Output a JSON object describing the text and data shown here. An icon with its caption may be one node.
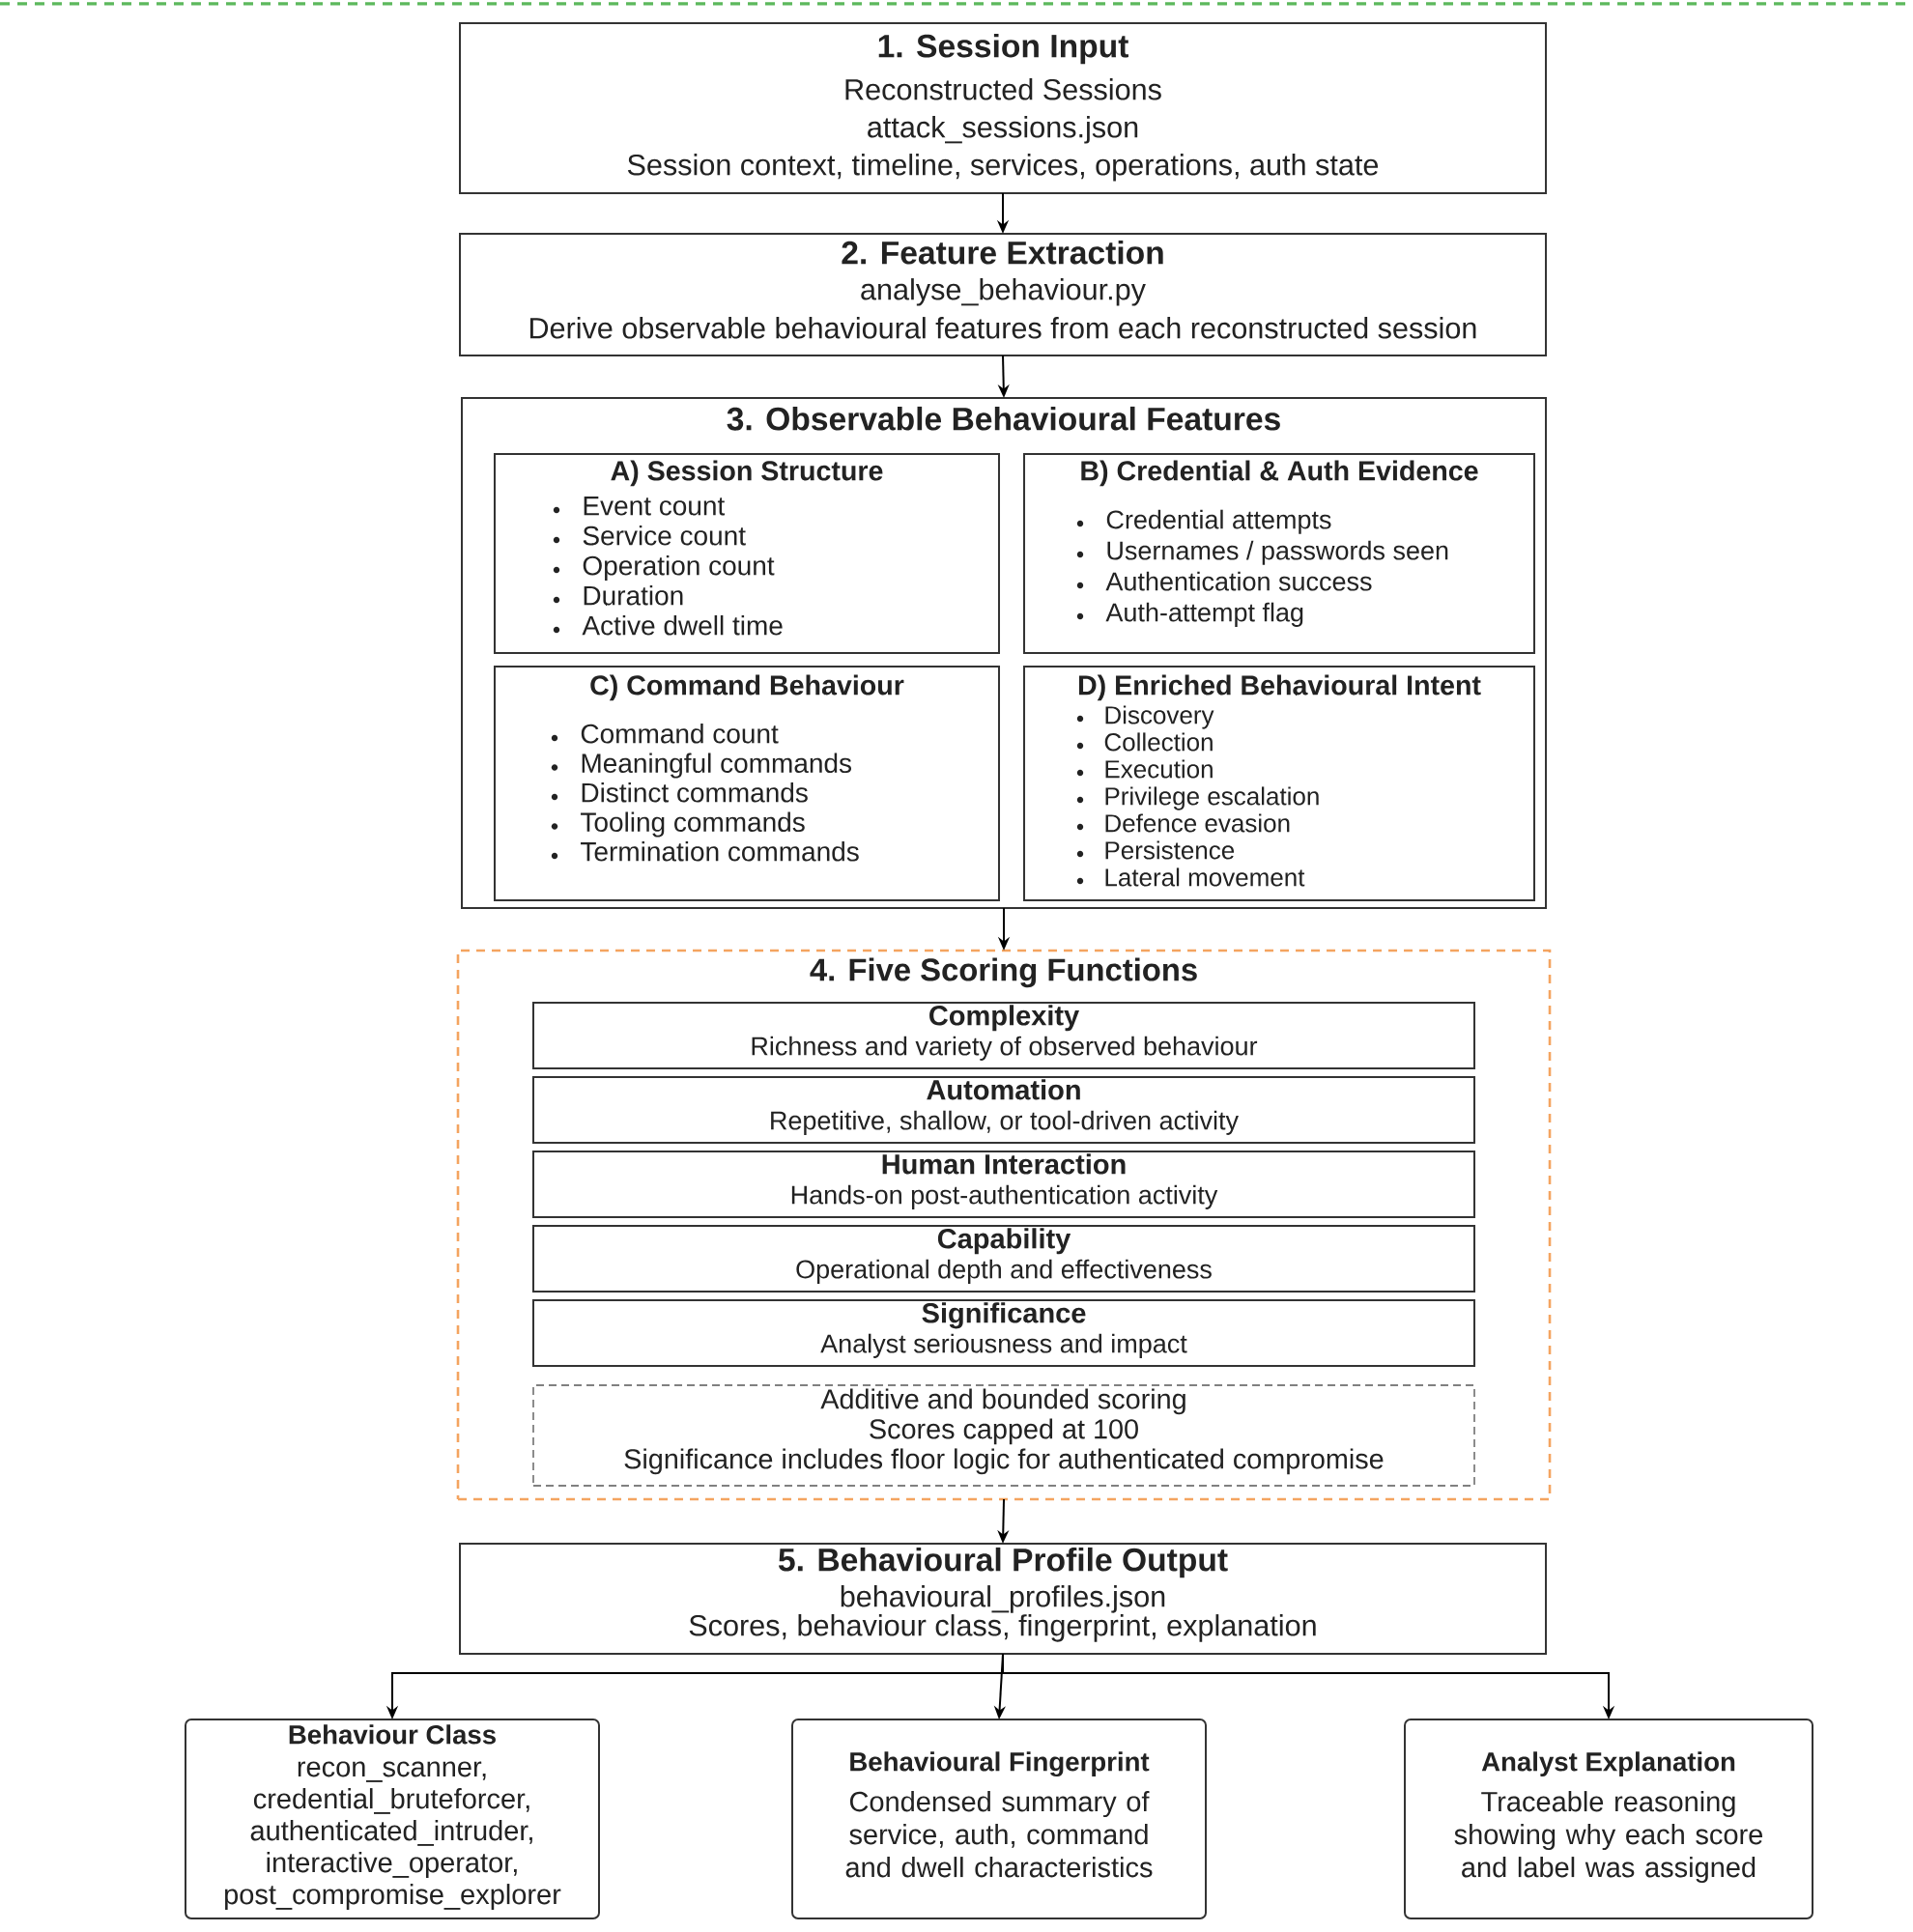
{
  "diagram": {
    "nodes": [
      {
        "text": [
          "1. Session Input",
          "Reconstructed Sessions",
          "attack_sessions.json",
          "Session context, timeline, services, operations, auth state"
        ]
      },
      {
        "text": [
          "2. Feature Extraction",
          "analyse_behaviour.py",
          "Derive observable behavioural features from each reconstructed session"
        ]
      },
      {
        "text": [
          "3. Observable Behavioural Features"
        ]
      },
      {
        "text": [
          "A) Session Structure",
          "Event count",
          "Service count",
          "Operation count",
          "Duration",
          "Active dwell time"
        ],
        "in": 2
      },
      {
        "text": [
          "B) Credential & Auth Evidence",
          "Credential attempts",
          "Usernames / passwords seen",
          "Authentication success",
          "Auth-attempt flag"
        ],
        "in": 2
      },
      {
        "text": [
          "C) Command Behaviour",
          "Command count",
          "Meaningful commands",
          "Distinct commands",
          "Tooling commands",
          "Termination commands"
        ],
        "in": 2
      },
      {
        "text": [
          "D) Enriched Behavioural Intent",
          "Discovery",
          "Collection",
          "Execution",
          "Privilege escalation",
          "Defence evasion",
          "Persistence",
          "Lateral movement"
        ],
        "in": 2
      },
      {
        "text": [
          "4. Five Scoring Functions"
        ]
      },
      {
        "text": [
          "Complexity",
          "Richness and variety of observed behaviour"
        ],
        "in": 7
      },
      {
        "text": [
          "Automation",
          "Repetitive, shallow, or tool-driven activity"
        ],
        "in": 7
      },
      {
        "text": [
          "Human Interaction",
          "Hands-on post-authentication activity"
        ],
        "in": 7
      },
      {
        "text": [
          "Capability",
          "Operational depth and effectiveness"
        ],
        "in": 7
      },
      {
        "text": [
          "Significance",
          "Analyst seriousness and impact"
        ],
        "in": 7
      },
      {
        "text": [
          "Additive and bounded scoring",
          "Scores capped at 100",
          "Significance includes floor logic for authenticated compromise"
        ],
        "in": 7
      },
      {
        "text": [
          "5. Behavioural Profile Output",
          "behavioural_profiles.json",
          "Scores, behaviour class, fingerprint, explanation"
        ]
      },
      {
        "text": [
          "Behaviour Class",
          "recon_scanner, credential_bruteforcer, authenticated_intruder, interactive_operator, post_compromise_explorer"
        ]
      },
      {
        "text": [
          "Behavioural Fingerprint",
          "Condensed summary of service, auth, command and dwell characteristics"
        ]
      },
      {
        "text": [
          "Analyst Explanation",
          "Traceable reasoning showing why each score and label was assigned"
        ]
      }
    ],
    "edges": [
      {
        "from": 0,
        "to": 1,
        "arrow": "to"
      },
      {
        "from": 1,
        "to": 2,
        "arrow": "to"
      },
      {
        "from": 2,
        "to": 7,
        "arrow": "to"
      },
      {
        "from": 7,
        "to": 14,
        "arrow": "to"
      },
      {
        "from": 14,
        "to": 15,
        "arrow": "to"
      },
      {
        "from": 14,
        "to": 16,
        "arrow": "to"
      },
      {
        "from": 14,
        "to": 17,
        "arrow": "to"
      }
    ]
  }
}
